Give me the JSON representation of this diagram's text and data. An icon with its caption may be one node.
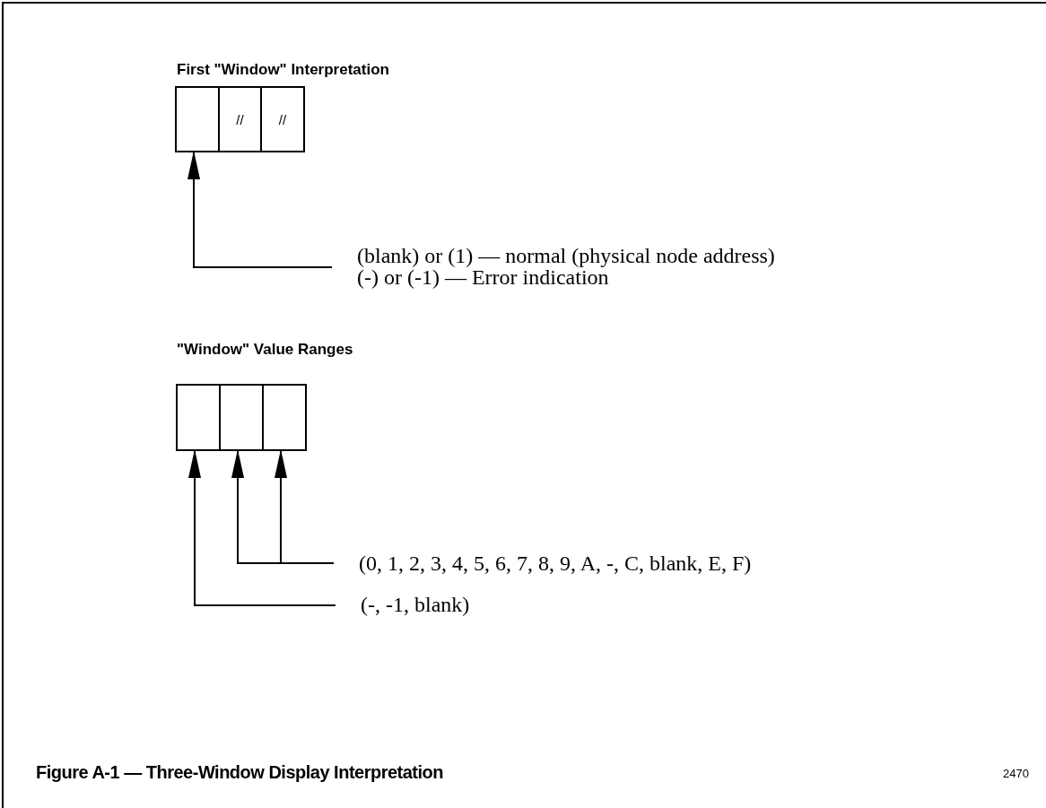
{
  "diagram": {
    "caption": "Figure A-1 — Three-Window Display Interpretation",
    "nodes": [
      {
        "text": [],
        "shape": "box"
      },
      {
        "text": [
          "//"
        ]
      },
      {
        "text": [
          "//"
        ]
      },
      {
        "text": [
          "(blank) or (1) — normal (physical node address)",
          "(-) or (-1) — Error indication"
        ]
      },
      {
        "text": [],
        "shape": "box"
      },
      {
        "text": [],
        "shape": "box"
      },
      {
        "text": [],
        "shape": "box"
      },
      {
        "text": [
          "(0, 1, 2, 3, 4, 5, 6, 7, 8, 9, A, -, C, blank, E, F)"
        ]
      },
      {
        "text": [
          "(-, -1, blank)"
        ]
      }
    ],
    "edges": [
      {
        "from": 3,
        "to": 0,
        "arrow": "to"
      },
      {
        "from": 7,
        "to": 5,
        "arrow": "to"
      },
      {
        "from": 7,
        "to": 6,
        "arrow": "to"
      },
      {
        "from": 8,
        "to": 4,
        "arrow": "to"
      }
    ],
    "labels": [
      "First \"Window\" Interpretation",
      "\"Window\" Value Ranges",
      "2470"
    ]
  }
}
